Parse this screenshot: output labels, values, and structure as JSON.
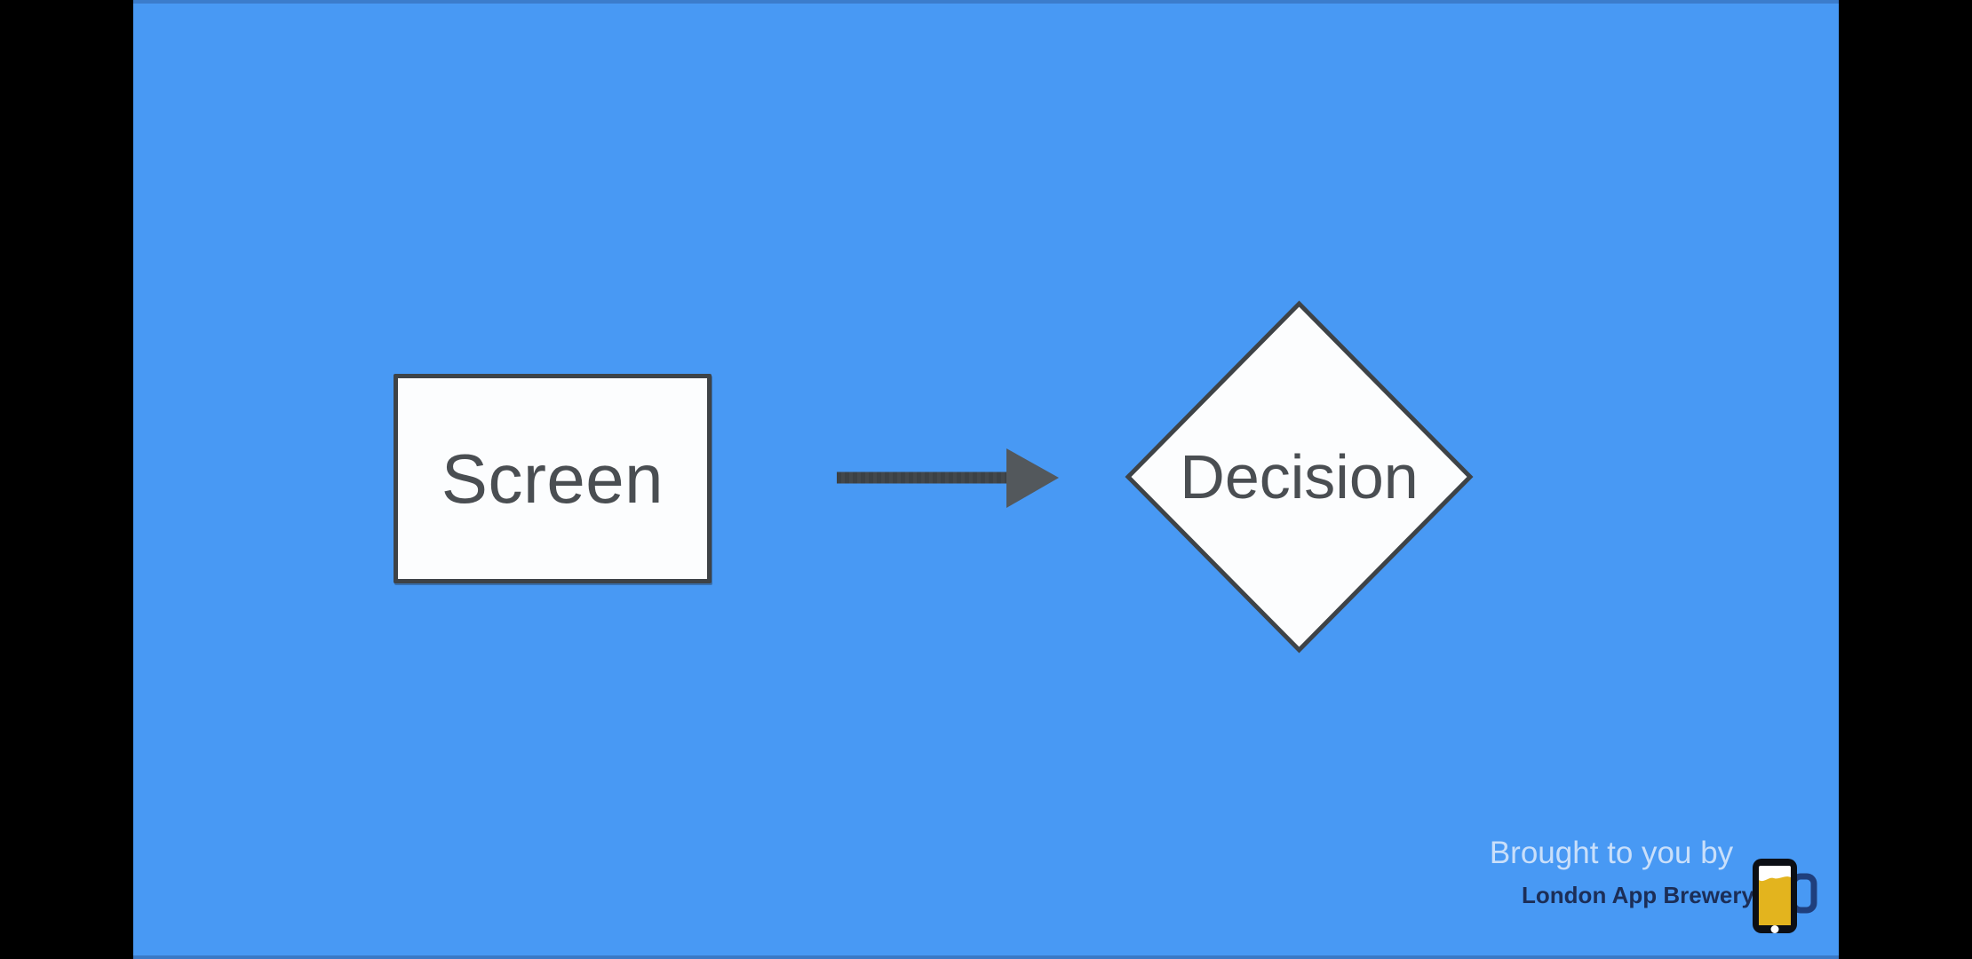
{
  "frame": {
    "type": "letterboxed-video-frame",
    "letterbox_color": "#000000",
    "stage_color": "#4899f4"
  },
  "flowchart": {
    "shape_fill": "#fcfdfe",
    "shape_border_color": "#3e4347",
    "label_color": "#4a4e52",
    "arrow_color": "#43484c",
    "nodes": [
      {
        "id": "screen",
        "shape": "rectangle",
        "label": "Screen"
      },
      {
        "id": "decision",
        "shape": "diamond",
        "label": "Decision"
      }
    ],
    "connector": {
      "from": "screen",
      "to": "decision",
      "style": "solid-arrow-right"
    }
  },
  "branding": {
    "tagline": "Brought to you by",
    "company": "London App Brewery",
    "logo_icon": "phone-beer-mug-icon",
    "tagline_color": "#c9dffa",
    "company_color": "#1c2e57",
    "logo_beer_color": "#e3b41e",
    "logo_handle_color": "#1f3f7d",
    "logo_phone_color": "#0c0f15"
  }
}
